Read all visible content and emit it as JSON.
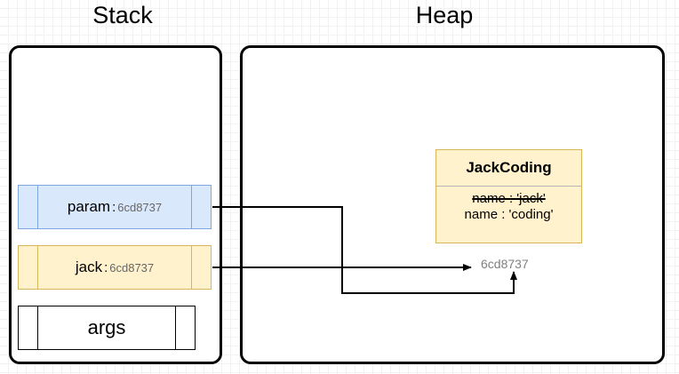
{
  "diagram": {
    "titles": {
      "stack": "Stack",
      "heap": "Heap"
    },
    "stack": {
      "frames": [
        {
          "name": "param",
          "separator": ":",
          "value": "6cd8737",
          "fill": "#dae8fc",
          "stroke": "#7ea6e0"
        },
        {
          "name": "jack",
          "separator": ":",
          "value": "6cd8737",
          "fill": "#fff2cc",
          "stroke": "#d6b656"
        }
      ],
      "args_label": "args"
    },
    "heap": {
      "object": {
        "class_name": "JackCoding",
        "fields": [
          {
            "text": "name : 'jack'",
            "struck": true
          },
          {
            "text": "name : 'coding'",
            "struck": false
          }
        ],
        "fill": "#fff2cc",
        "stroke": "#d6b656"
      },
      "address_label": "6cd8737",
      "address_color": "#808080"
    },
    "edges": [
      {
        "from": "jack",
        "to": "heap-address",
        "style": "straight-arrow"
      },
      {
        "from": "param",
        "to": "heap-address",
        "style": "orthogonal-arrow"
      }
    ]
  }
}
